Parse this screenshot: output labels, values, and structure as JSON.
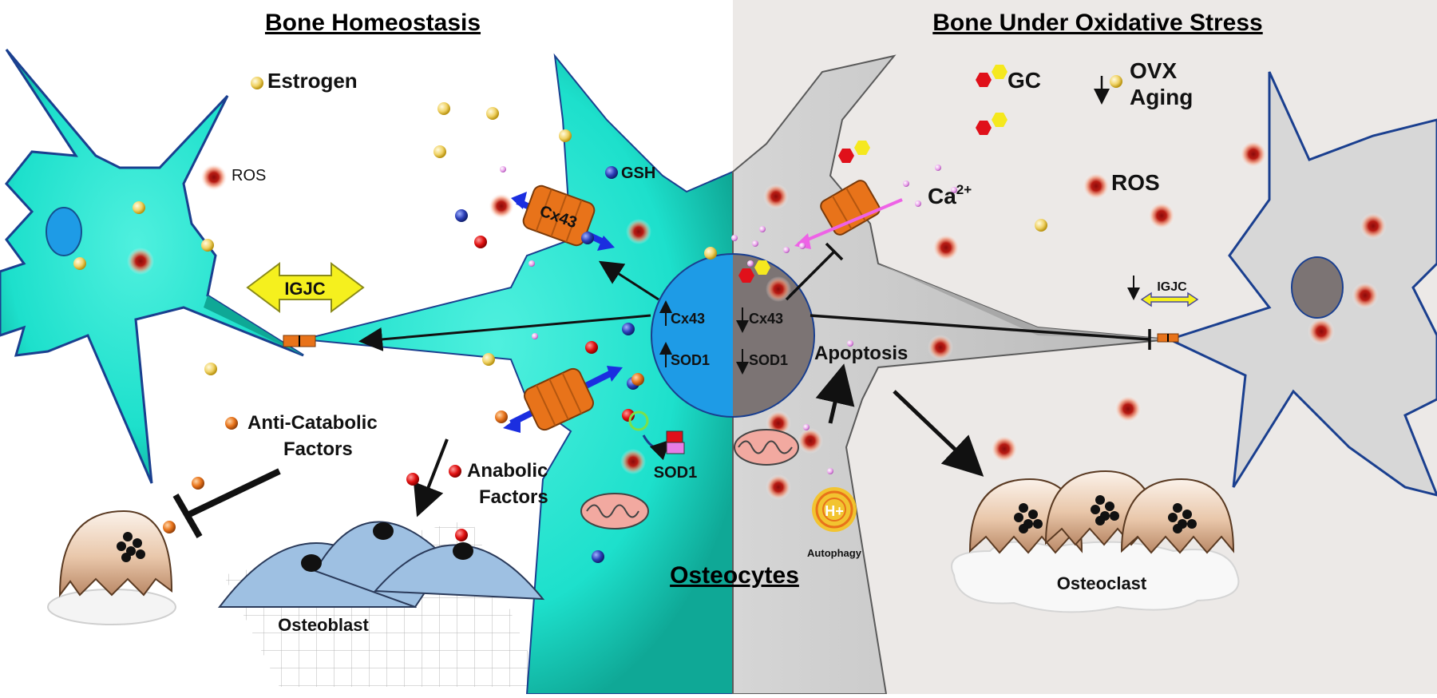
{
  "titles": {
    "left": "Bone Homeostasis",
    "right": "Bone Under Oxidative Stress",
    "center": "Osteocytes"
  },
  "labels": {
    "estrogen": "Estrogen",
    "ros_left": "ROS",
    "gsh": "GSH",
    "cx43_channel_top": "Cx43",
    "igjc_left": "IGJC",
    "anti_catabolic_1": "Anti-Catabolic",
    "anti_catabolic_2": "Factors",
    "anabolic_1": "Anabolic",
    "anabolic_2": "Factors",
    "osteoblast": "Osteoblast",
    "sod1_small": "SOD1",
    "nucleus_cx43_up": "Cx43",
    "nucleus_sod1_up": "SOD1",
    "nucleus_cx43_down": "Cx43",
    "nucleus_sod1_down": "SOD1",
    "gc": "GC",
    "ovx": "OVX",
    "aging": "Aging",
    "ca": "Ca",
    "ca_sup": "2+",
    "ros_right": "ROS",
    "igjc_right": "IGJC",
    "apoptosis": "Apoptosis",
    "autophagy": "Autophagy",
    "h_plus": "H+",
    "osteoclast": "Osteoclast"
  },
  "colors": {
    "cyan_cell": "#1de0cc",
    "cyan_shade": "#14b8a6",
    "grey_cell": "#c9c9c9",
    "nucleus_blue": "#1e9be6",
    "nucleus_grey": "#7c7474",
    "channel_orange": "#e8731a",
    "arrow_blue": "#1b2ee0",
    "igjc_yellow": "#f5f01e",
    "right_bg": "#ece9e7"
  }
}
